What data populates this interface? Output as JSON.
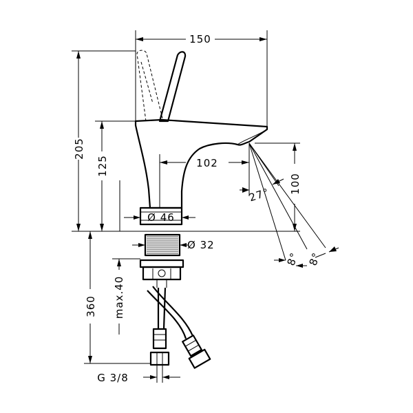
{
  "dimensions": {
    "width_total": "150",
    "height_total": "205",
    "height_spout": "125",
    "reach": "102",
    "spout_height": "100",
    "angle": "27°",
    "base_diameter": "Ø 46",
    "shank_diameter": "Ø 32",
    "max_thickness": "max.40",
    "hose_length": "360",
    "connection": "G 3/8",
    "spray_angle_1": "8°",
    "spray_angle_2": "8°"
  }
}
